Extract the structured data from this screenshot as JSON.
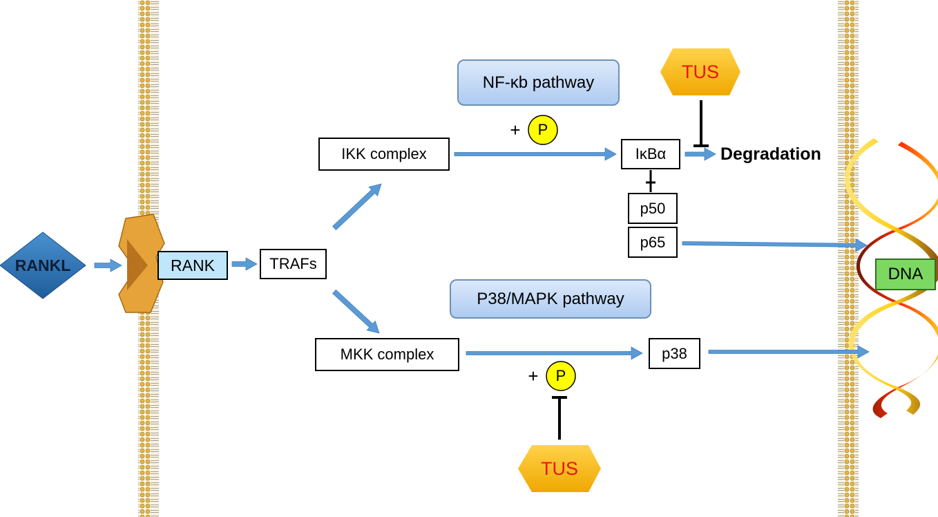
{
  "ligand": {
    "label": "RANKL"
  },
  "receptor": {
    "label": "RANK"
  },
  "adaptor": {
    "label": "TRAFs"
  },
  "nfkb": {
    "pathway_label": "NF-κb pathway",
    "kinase_label": "IKK complex",
    "phospho_plus": "+",
    "phospho_label": "P",
    "inhibitor_label": "IκBα",
    "degradation_label": "Degradation",
    "subunits": [
      "p50",
      "p65"
    ]
  },
  "mapk": {
    "pathway_label": "P38/MAPK pathway",
    "kinase_label": "MKK complex",
    "phospho_plus": "+",
    "phospho_label": "P",
    "target_label": "p38"
  },
  "drug": {
    "top_label": "TUS",
    "bottom_label": "TUS"
  },
  "dna": {
    "label": "DNA"
  },
  "colors": {
    "arrow": "#5b9bd5",
    "inhibition": "#000000",
    "tus_fill": "#ffc000",
    "tus_text": "#e8150c",
    "phospho_fill": "#ffff00",
    "rankl_fill": "#2e75b6",
    "receptor_fill": "#e6a33a",
    "membrane": "#c9a455",
    "dna_box": "#7dd862"
  }
}
